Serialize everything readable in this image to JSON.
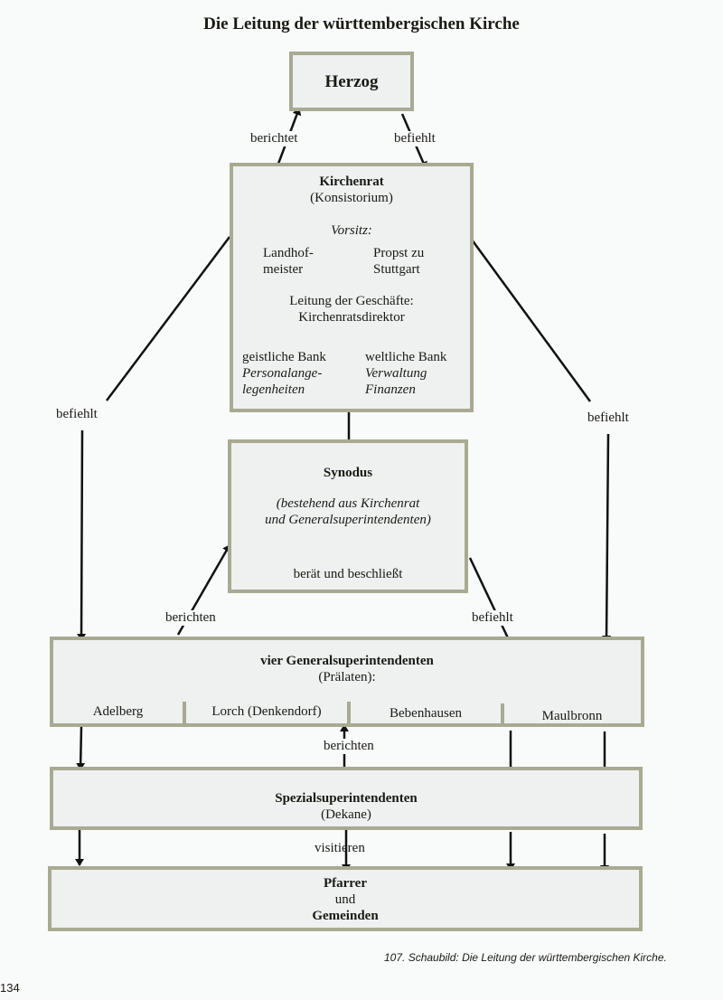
{
  "title": "Die Leitung der württembergischen Kirche",
  "nodes": {
    "herzog": {
      "name": "Herzog"
    },
    "kirchenrat": {
      "name": "Kirchenrat",
      "subtitle": "(Konsistorium)",
      "vorsitz_label": "Vorsitz:",
      "vorsitz_left": [
        "Landhof-",
        "meister"
      ],
      "vorsitz_right": [
        "Propst zu",
        "Stuttgart"
      ],
      "leitung": [
        "Leitung der Geschäfte:",
        "Kirchenratsdirektor"
      ],
      "bank_left": {
        "name": "geistliche Bank",
        "lines": [
          "Personalange-",
          "legenheiten"
        ]
      },
      "bank_right": {
        "name": "weltliche Bank",
        "lines": [
          "Verwaltung",
          "Finanzen"
        ]
      }
    },
    "synodus": {
      "name": "Synodus",
      "description": [
        "(bestehend aus Kirchenrat",
        "und Generalsuperintendenten)"
      ],
      "function": "berät und beschließt"
    },
    "general": {
      "name": "vier Generalsuperintendenten",
      "subtitle": "(Prälaten):",
      "sections": [
        "Adelberg",
        "Lorch (Denkendorf)",
        "Bebenhausen",
        "Maulbronn"
      ]
    },
    "spezial": {
      "name": "Spezialsuperintendenten",
      "subtitle": "(Dekane)"
    },
    "pfarrer": {
      "lines": [
        "Pfarrer",
        "und",
        "Gemeinden"
      ]
    }
  },
  "edges": {
    "kirchenrat_to_herzog": "berichtet",
    "herzog_to_kirchenrat": "befiehlt",
    "kirchenrat_to_general_left": "befiehlt",
    "kirchenrat_to_general_right": "befiehlt",
    "general_to_synodus": "berichten",
    "synodus_to_general": "befiehlt",
    "spezial_to_general": "berichten",
    "spezial_to_pfarrer": "visitieren"
  },
  "caption": "107. Schaubild: Die Leitung der württembergischen Kirche.",
  "page_number": "134",
  "colors": {
    "box_border": "#a9aa92",
    "box_fill": "#eef1f0",
    "arrow": "#111111"
  }
}
